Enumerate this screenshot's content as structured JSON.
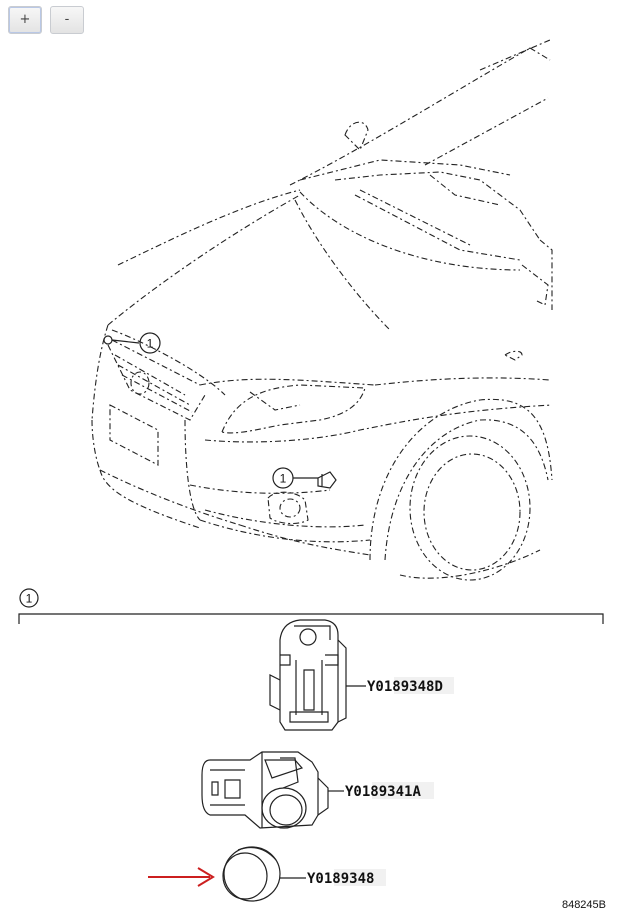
{
  "toolbar": {
    "zoom_in_label": "+",
    "zoom_out_label": "-"
  },
  "callout": {
    "number": "1"
  },
  "parts": [
    {
      "prefix": "Y01",
      "number": "89348D"
    },
    {
      "prefix": "Y01",
      "number": "89341A"
    },
    {
      "prefix": "Y01",
      "number": "89348"
    }
  ],
  "diagram_code": "848245B",
  "colors": {
    "arrow": "#cc1f1f",
    "highlight": "#f1f1f1"
  }
}
